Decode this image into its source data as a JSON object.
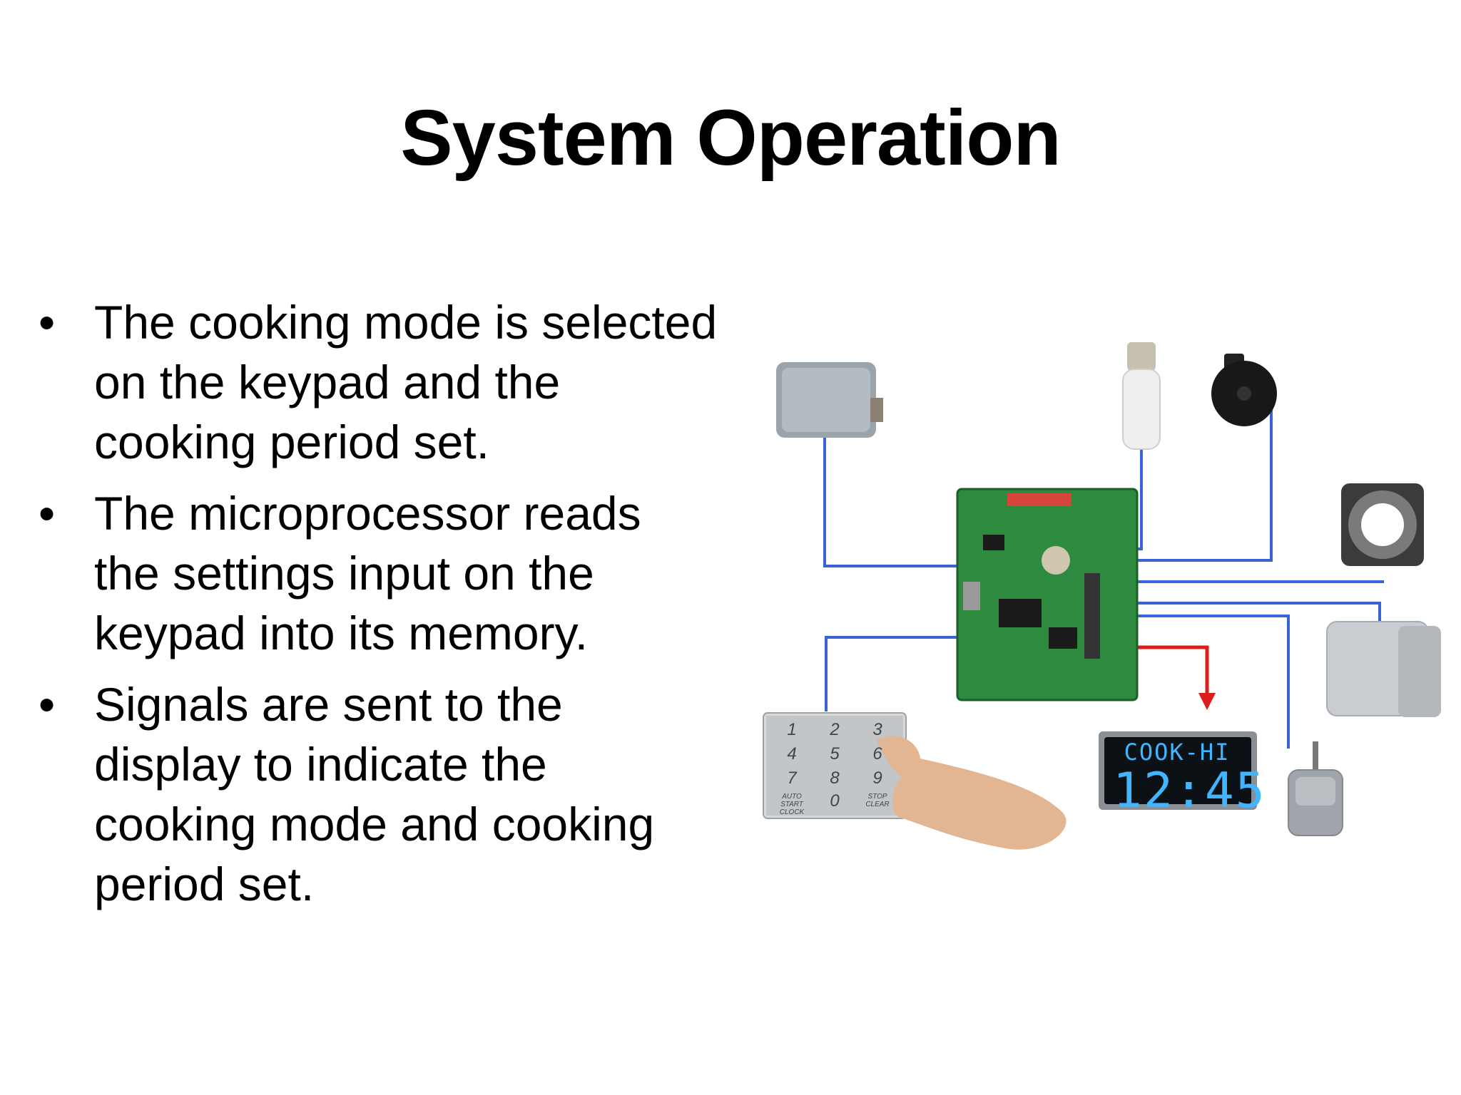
{
  "title": "System Operation",
  "bullets": [
    "The cooking mode is selected on the keypad and the cooking period set.",
    "The microprocessor reads the settings input on the keypad into its memory.",
    "Signals are sent to the display to indicate the cooking mode and cooking period set."
  ],
  "bullet_symbol": "•",
  "diagram": {
    "display": {
      "mode": "COOK-HI",
      "time": "12:45"
    },
    "keypad": {
      "keys": [
        "1",
        "2",
        "3",
        "4",
        "5",
        "6",
        "7",
        "8",
        "9",
        "AUTO START CLOCK",
        "0",
        "STOP CLEAR"
      ]
    },
    "components": [
      "door-switch",
      "lamp",
      "buzzer",
      "cooling-fan",
      "transformer",
      "motor",
      "control-board",
      "keypad",
      "display"
    ],
    "colors": {
      "wire": "#3a63d8",
      "signal_wire": "#e01b1b",
      "board": "#2e8a3e",
      "lcd_text": "#3fb6ff"
    }
  }
}
